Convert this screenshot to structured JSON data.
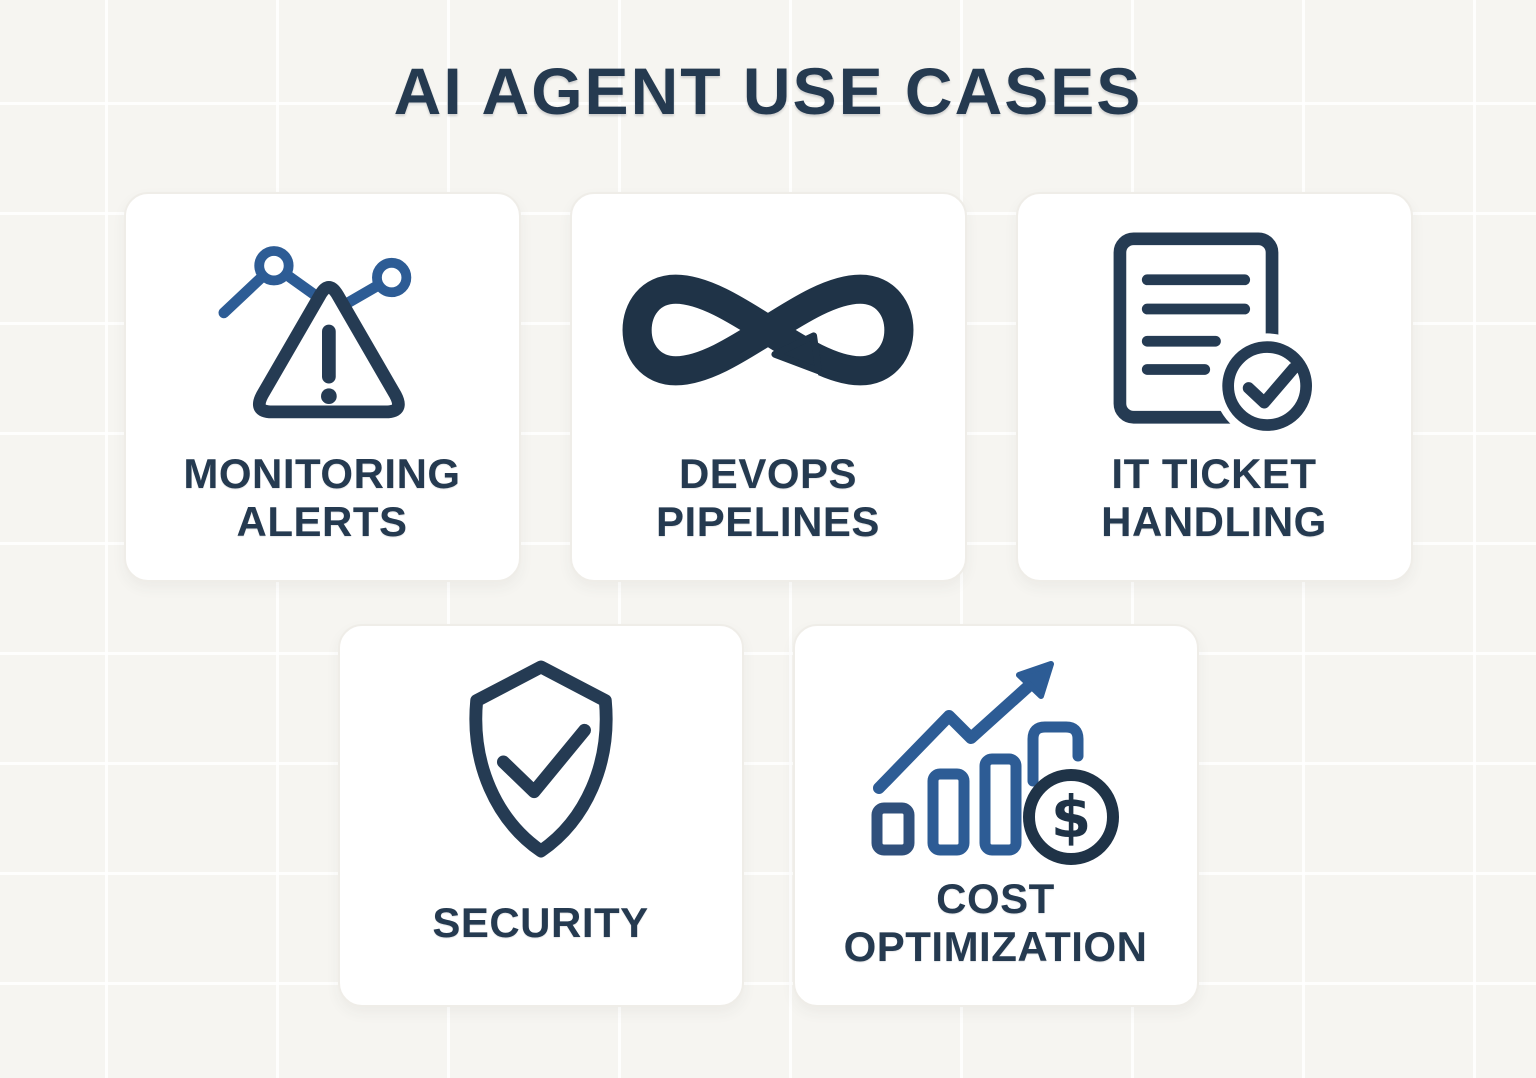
{
  "title": "AI AGENT USE CASES",
  "colors": {
    "bg": "#f6f5f1",
    "grid-line": "rgba(255,255,255,0.85)",
    "card-bg": "#ffffff",
    "card-border": "#efede8",
    "text": "#253a50",
    "navy": "#253b53",
    "navy-deep": "#1f3347",
    "blue": "#2d5c95",
    "blue-dark": "#30507c"
  },
  "cards": [
    {
      "icon": "monitoring-alert-icon",
      "label_lines": [
        "MONITORING",
        "ALERTS"
      ]
    },
    {
      "icon": "infinity-devops-icon",
      "label_lines": [
        "DEVOPS",
        "PIPELINES"
      ]
    },
    {
      "icon": "ticket-check-icon",
      "label_lines": [
        "IT TICKET",
        "HANDLING"
      ]
    },
    {
      "icon": "shield-check-icon",
      "label_lines": [
        "SECURITY"
      ]
    },
    {
      "icon": "cost-growth-icon",
      "label_lines": [
        "COST",
        "OPTIMIZATION"
      ]
    }
  ]
}
